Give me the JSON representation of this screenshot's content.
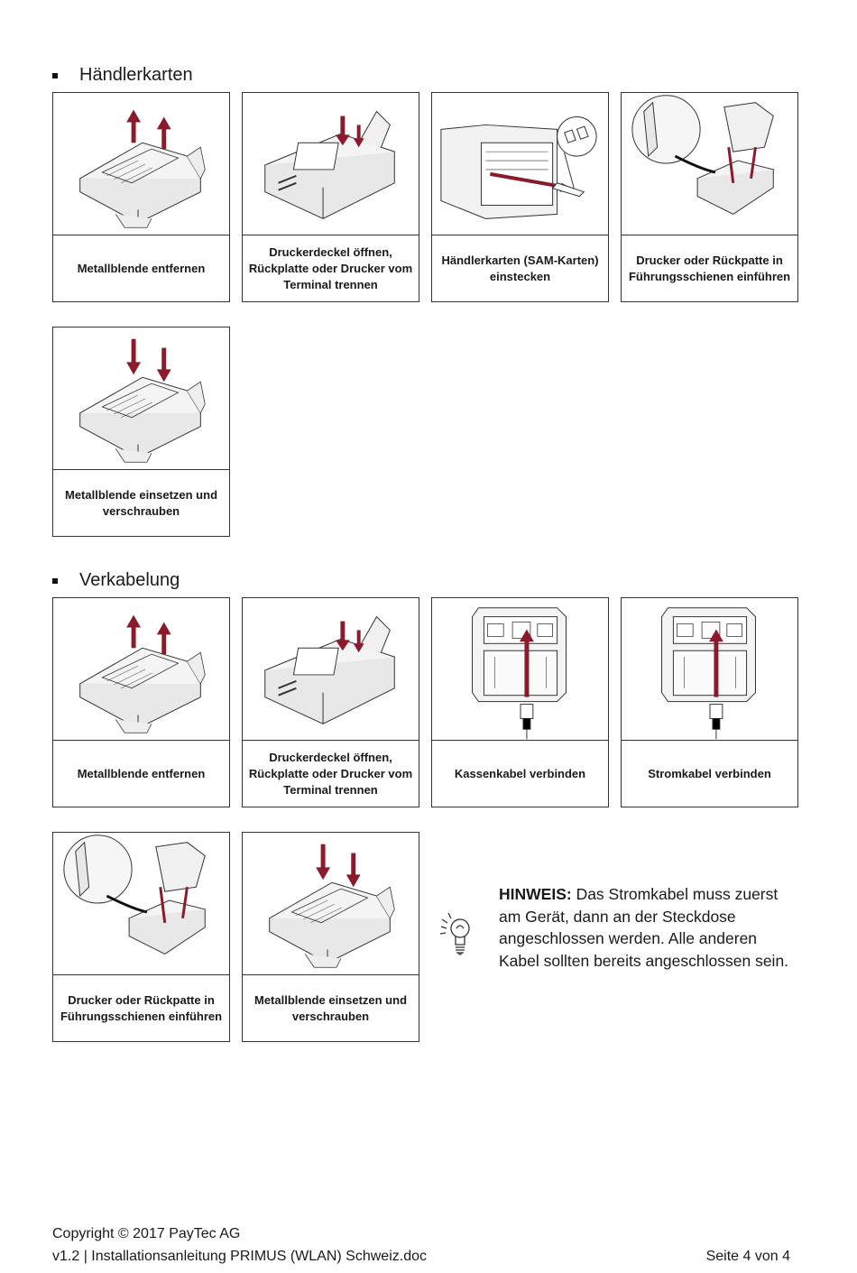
{
  "sections": [
    {
      "heading": "Händlerkarten",
      "cards": [
        {
          "illustration": "remove-plate",
          "caption": "Metallblende entfernen"
        },
        {
          "illustration": "open-cover",
          "caption": "Druckerdeckel öffnen, Rückplatte oder Drucker vom Terminal trennen"
        },
        {
          "illustration": "insert-sam",
          "caption": "Händlerkarten (SAM-Karten) einstecken"
        },
        {
          "illustration": "insert-printer",
          "caption": "Drucker oder Rückpatte in Führungsschienen einführen"
        },
        {
          "illustration": "insert-plate",
          "caption": "Metallblende einsetzen und verschrauben"
        }
      ]
    },
    {
      "heading": "Verkabelung",
      "cards": [
        {
          "illustration": "remove-plate",
          "caption": "Metallblende entfernen"
        },
        {
          "illustration": "open-cover",
          "caption": "Druckerdeckel öffnen, Rückplatte oder Drucker vom Terminal trennen"
        },
        {
          "illustration": "connect-cable",
          "caption": "Kassenkabel verbinden"
        },
        {
          "illustration": "connect-cable",
          "caption": "Stromkabel verbinden"
        },
        {
          "illustration": "insert-printer",
          "caption": "Drucker oder Rückpatte in Führungsschienen einführen"
        },
        {
          "illustration": "insert-plate",
          "caption": "Metallblende einsetzen und verschrauben"
        }
      ]
    }
  ],
  "hint": {
    "icon": "lightbulb-icon",
    "label": "HINWEIS:",
    "text": " Das Stromkabel muss zuerst am Gerät, dann an der Steckdose angeschlossen werden. Alle anderen Kabel sollten bereits angeschlossen sein."
  },
  "footer": {
    "copyright": "Copyright © 2017 PayTec AG",
    "document": "v1.2 | Installationsanleitung PRIMUS (WLAN) Schweiz.doc",
    "page": "Seite 4 von 4"
  },
  "colors": {
    "arrow": "#8b1a2b",
    "line": "#333333"
  }
}
